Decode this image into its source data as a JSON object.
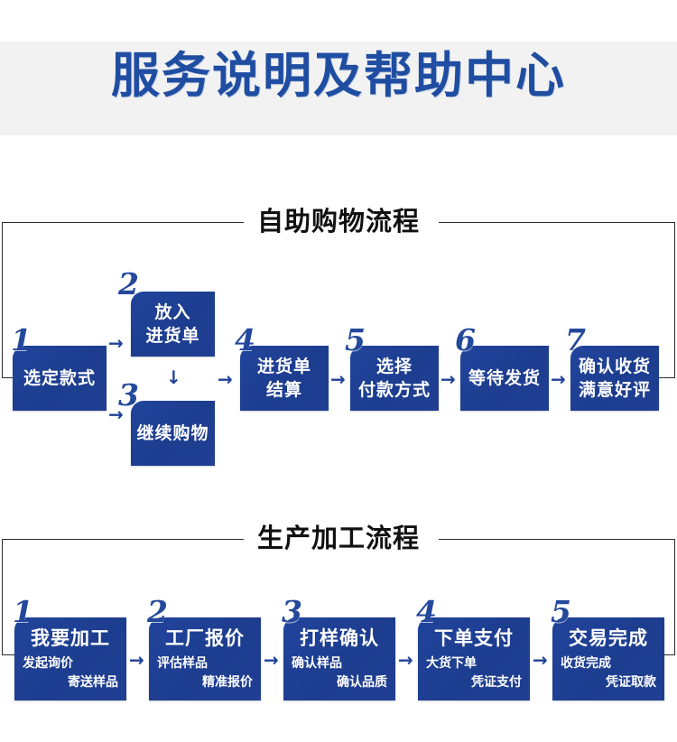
{
  "header": {
    "title": "服务说明及帮助中心",
    "band_color": "#f2f2f2",
    "title_color": "#1f4da1"
  },
  "theme": {
    "node_blue": "#1f4298",
    "number_blue": "#24489b",
    "frame_line": "#2b2b2b",
    "node_text": "#ffffff"
  },
  "sections": [
    {
      "id": "self-service-shopping",
      "legend": "自助购物流程",
      "nodes": [
        {
          "num": "1",
          "lines": [
            "选定款式"
          ]
        },
        {
          "num": "2",
          "lines": [
            "放入",
            "进货单"
          ]
        },
        {
          "num": "3",
          "lines": [
            "继续购物"
          ]
        },
        {
          "num": "4",
          "lines": [
            "进货单",
            "结算"
          ]
        },
        {
          "num": "5",
          "lines": [
            "选择",
            "付款方式"
          ]
        },
        {
          "num": "6",
          "lines": [
            "等待发货"
          ]
        },
        {
          "num": "7",
          "lines": [
            "确认收货",
            "满意好评"
          ]
        }
      ],
      "arrows": [
        {
          "name": "arrow-1-to-2",
          "glyph": "→"
        },
        {
          "name": "arrow-1-to-3",
          "glyph": "→"
        },
        {
          "name": "arrow-2-to-3",
          "glyph": "↓"
        },
        {
          "name": "arrow-3-to-4",
          "glyph": "→"
        },
        {
          "name": "arrow-4-to-5",
          "glyph": "→"
        },
        {
          "name": "arrow-5-to-6",
          "glyph": "→"
        },
        {
          "name": "arrow-6-to-7",
          "glyph": "→"
        }
      ]
    },
    {
      "id": "production-processing",
      "legend": "生产加工流程",
      "nodes": [
        {
          "num": "1",
          "title": "我要加工",
          "sub1": "发起询价",
          "sub2": "寄送样品"
        },
        {
          "num": "2",
          "title": "工厂报价",
          "sub1": "评估样品",
          "sub2": "精准报价"
        },
        {
          "num": "3",
          "title": "打样确认",
          "sub1": "确认样品",
          "sub2": "确认品质"
        },
        {
          "num": "4",
          "title": "下单支付",
          "sub1": "大货下单",
          "sub2": "凭证支付"
        },
        {
          "num": "5",
          "title": "交易完成",
          "sub1": "收货完成",
          "sub2": "凭证取款"
        }
      ],
      "arrows": [
        {
          "name": "arrow-1-to-2",
          "glyph": "→"
        },
        {
          "name": "arrow-2-to-3",
          "glyph": "→"
        },
        {
          "name": "arrow-3-to-4",
          "glyph": "→"
        },
        {
          "name": "arrow-4-to-5",
          "glyph": "→"
        }
      ]
    }
  ]
}
